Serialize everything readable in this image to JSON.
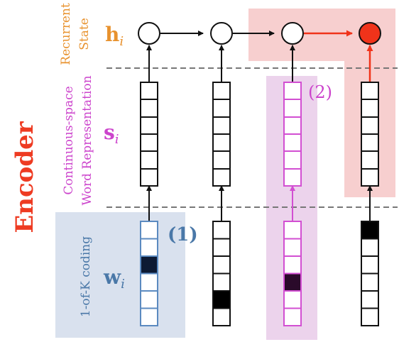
{
  "title": "Encoder",
  "colors": {
    "encoder": "#ee3b22",
    "state_label": "#e8922e",
    "embedding_label": "#cc44cc",
    "onehot_label": "#4a78a8",
    "blue_panel": "#d9e1ee",
    "pink_panel": "#ecd3ec",
    "red_panel": "#f7cfcf",
    "blue_box": "#5b8ac0",
    "magenta_box": "#d24fd2",
    "red_arrow": "#f0331a",
    "black": "#111111",
    "dashed": "#777777"
  },
  "layers": {
    "state": {
      "symbol": "h",
      "subscript": "i",
      "label_line1": "Recurrent",
      "label_line2": "State"
    },
    "embedding": {
      "symbol": "s",
      "subscript": "i",
      "label_line1": "Continuous-space",
      "label_line2": "Word Representation"
    },
    "onehot": {
      "symbol": "w",
      "subscript": "i",
      "label": "1-of-K coding"
    }
  },
  "markers": {
    "one": "(1)",
    "two": "(2)"
  },
  "columns": [
    {
      "id": "col1",
      "onehot_filled": 2,
      "style": "blue"
    },
    {
      "id": "col2",
      "onehot_filled": 4,
      "style": "black"
    },
    {
      "id": "col3",
      "onehot_filled": 3,
      "style": "magenta"
    },
    {
      "id": "col4",
      "onehot_filled": 0,
      "style": "red"
    }
  ],
  "icons": {
    "node": "circle-node",
    "arrow": "arrow-up",
    "vector": "vector-stack"
  }
}
